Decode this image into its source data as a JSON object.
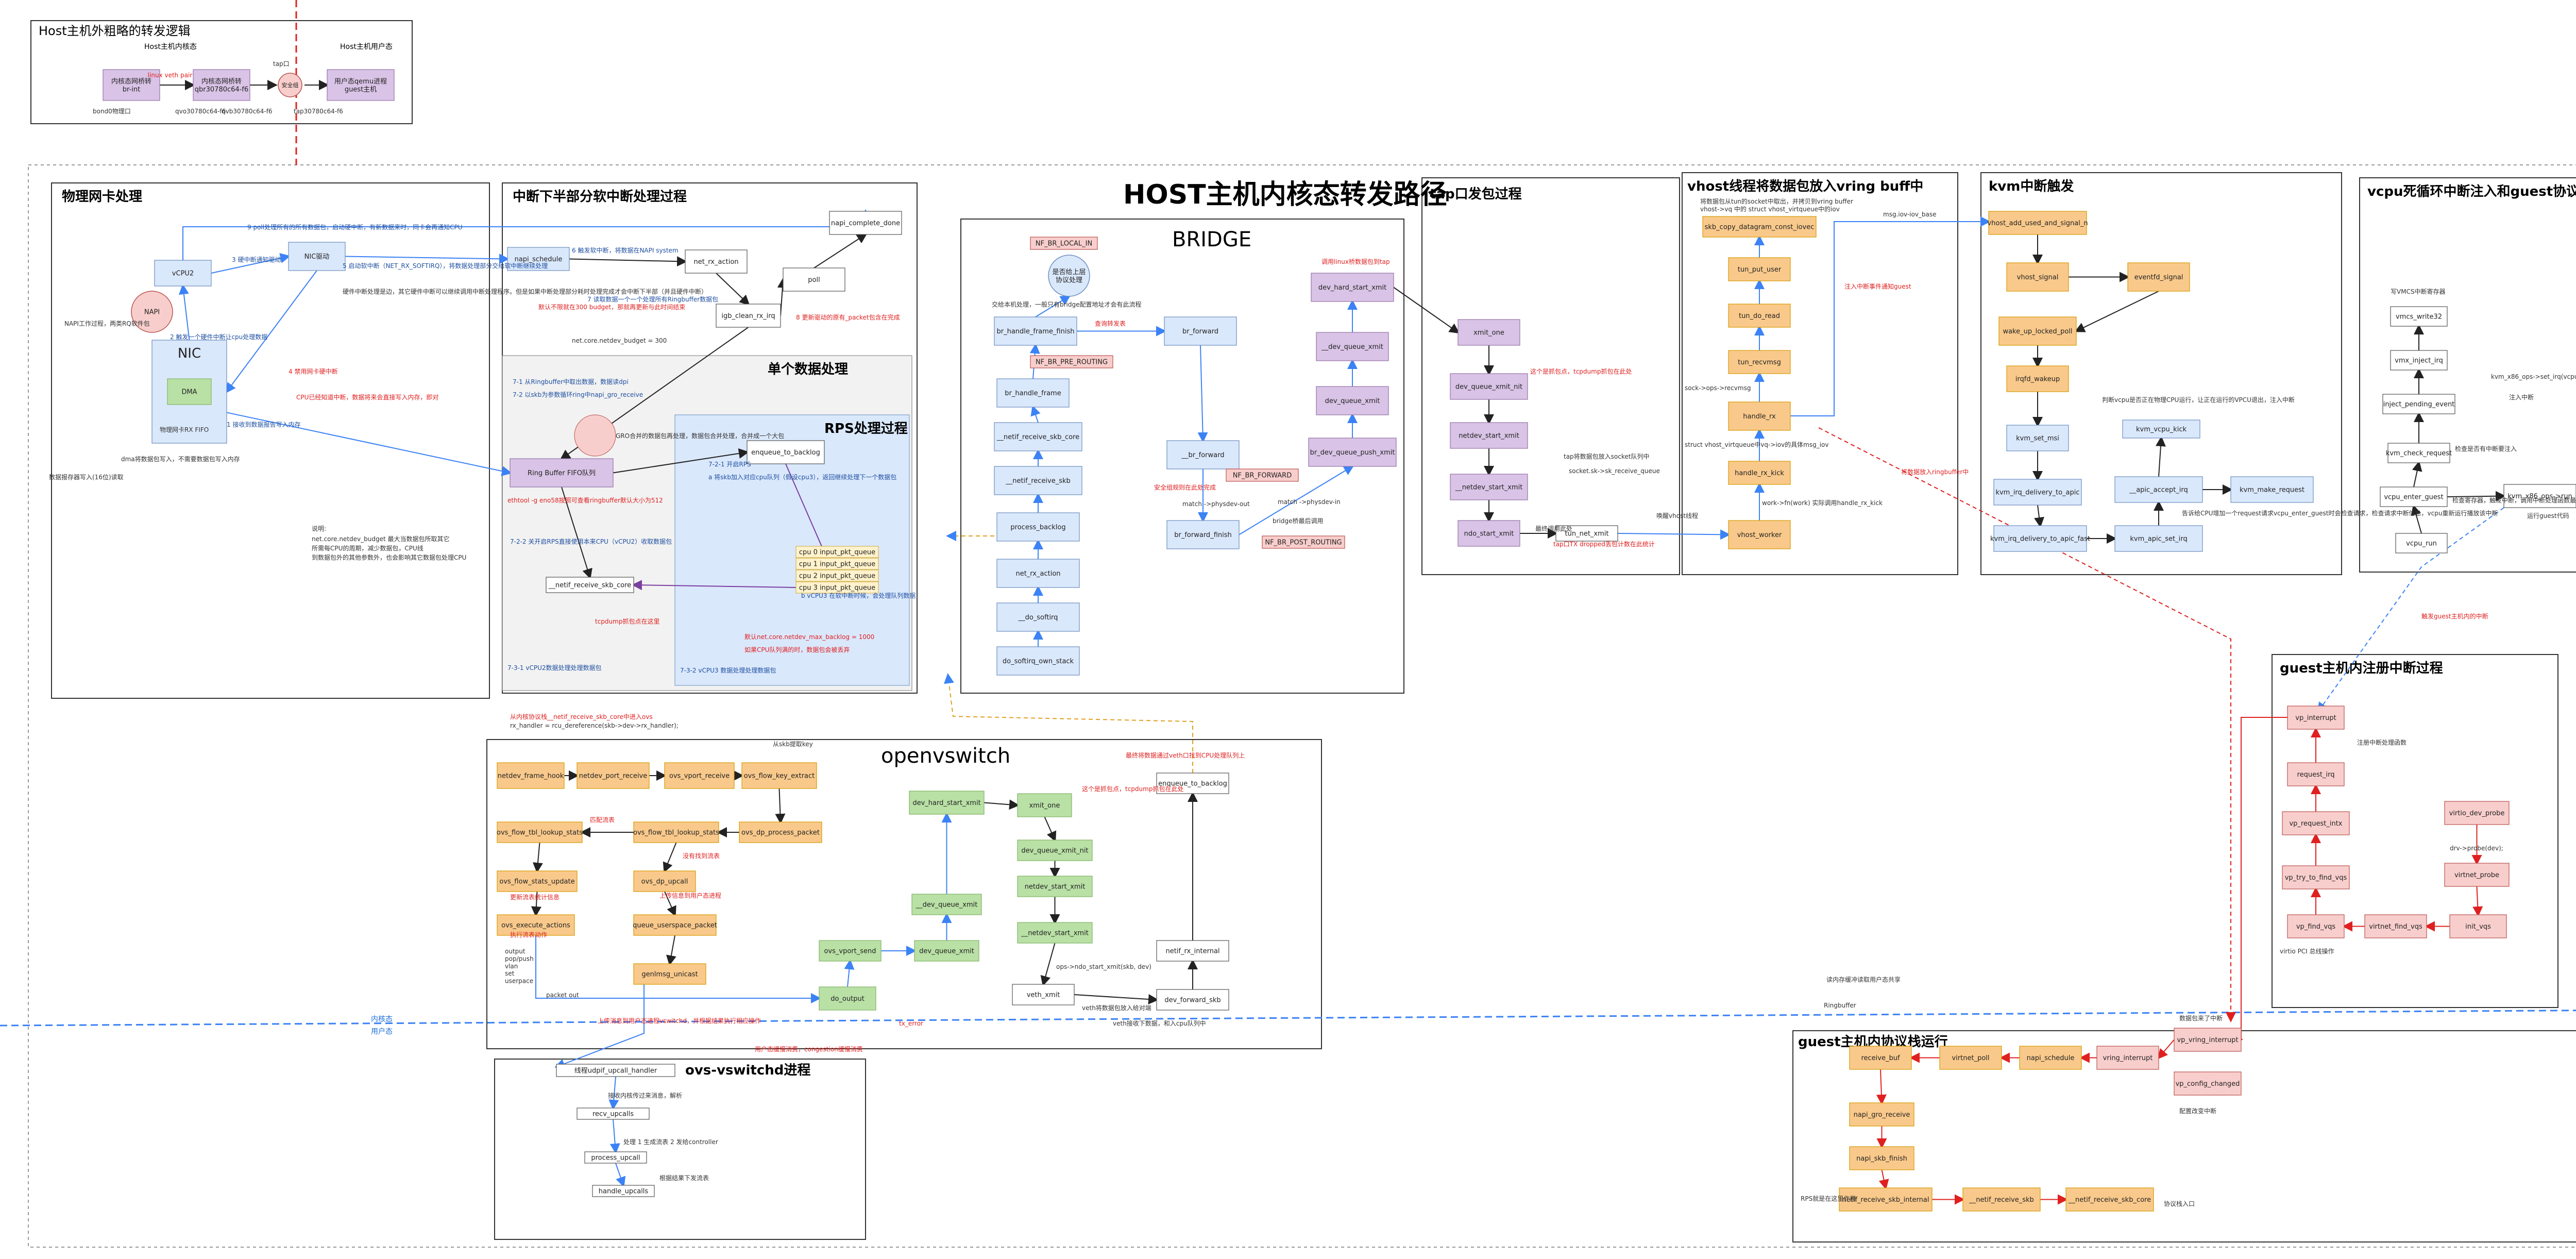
{
  "main_title": "HOST主机内核态转发路径",
  "overview": {
    "title": "Host主机外粗略的转发逻辑",
    "kernel_label": "Host主机内核态",
    "user_label": "Host主机用户态",
    "nodes": [
      {
        "id": "ov1",
        "label": "内核态网桥转\nbr-int"
      },
      {
        "id": "ov2",
        "label": "内核态网桥转\nqbr30780c64-f6"
      },
      {
        "id": "ov3",
        "label": "安全组"
      },
      {
        "id": "ov4",
        "label": "用户态qemu进程\nguest主机"
      }
    ],
    "edge_label": "linux veth pair",
    "tap_label": "tap口",
    "bottom_labels": [
      "bond0物理口",
      "qvo30780c64-f6",
      "qvb30780c64-f6",
      "tap30780c64-f6"
    ]
  },
  "physical": {
    "title": "物理网卡处理",
    "nodes": [
      {
        "id": "vcpu",
        "label": "vCPU2"
      },
      {
        "id": "nic_drv",
        "label": "NIC驱动"
      },
      {
        "id": "napi",
        "label": "NAPI"
      },
      {
        "id": "nic",
        "label": "NIC"
      },
      {
        "id": "dma",
        "label": "DMA"
      }
    ],
    "notes": [
      "9  poll处理所有的所有数据包，启动硬中断，有新数据来时，同卡会再通知CPU",
      "3  硬中断通知驱动",
      "5  启动软中断（NET_RX_SOFTIRQ），将数据处理部分交给软中断继续处理",
      "硬件中断处理是边，其它硬件中断可以继续调用中断处理程序。但是如果中断处理部分耗时处理完成才会中断下半部（并且硬件中断）",
      "2  触发一个硬件中断让cpu处理数据",
      "NAPI工作过程，两类RQ软件包",
      "4  禁用网卡硬中断",
      "CPU已经知道中断，数据将来会直接写入内存，即对",
      "物理网卡RX FIFO",
      "1  接收到数据报告写入内存",
      "数据报存器写入(16位)读取",
      "dma将数据包写入，不需要数据包写入内存"
    ]
  },
  "softirq": {
    "title": "中断下半部分软中断处理过程",
    "nodes": [
      {
        "id": "napi_schedule",
        "label": "napi_schedule"
      },
      {
        "id": "net_rx_action",
        "label": "net_rx_action"
      },
      {
        "id": "napi_complete_done",
        "label": "napi_complete_done"
      },
      {
        "id": "poll",
        "label": "poll"
      },
      {
        "id": "igb_clean_rx_irq",
        "label": "igb_clean_rx_irq"
      },
      {
        "id": "ring_buffer",
        "label": "Ring Buffer  FIFO队列"
      },
      {
        "id": "netif_receive_skb_core",
        "label": "__netif_receive_skb_core"
      }
    ],
    "notes": [
      "6  触发软中断，将数据在NAPI system",
      "7  读取数据一个一个处理所有Ringbuffer数据包",
      "net.core.netdev_budget = 300",
      "8  更新驱动的原有_packet包含在完成",
      "默认不限就在300 budget，那就再更新与此时间结束",
      "7-1 从Ringbuffer中取出数据，数据读dpi",
      "7-2 以skb为参数循环ring中napi_gro_receive",
      "ethtool -g eno58按照可查看ringbuffer默认大小为512",
      "7-2-2 关开启RPS直接使用本来CPU（vCPU2）收取数据包",
      "tcpdump抓包点在这里",
      "7-3-1  vCPU2数据处理处理数据包",
      "说明:",
      "net.core.netdev_budget 最大当数据包所取其它",
      "所需每CPU的周期，减少数据包，CPU线",
      "到数据包外的其他参数外，也会影响其它数据包处理CPU"
    ],
    "single_title": "单个数据处理",
    "gro_note": "GRO合并的数据包再处理，数据包合并处理，合并成一个大包",
    "rps": {
      "title": "RPS处理过程",
      "nodes": [
        {
          "id": "enqueue_to_backlog",
          "label": "enqueue_to_backlog"
        },
        {
          "id": "q0",
          "label": "cpu 0 input_pkt_queue"
        },
        {
          "id": "q1",
          "label": "cpu 1 input_pkt_queue"
        },
        {
          "id": "q2",
          "label": "cpu 2 input_pkt_queue"
        },
        {
          "id": "q3",
          "label": "cpu 3 input_pkt_queue"
        }
      ],
      "notes": [
        "7-2-1 开启RPS",
        "a 将skb加入对应cpu队列（假设cpu3），返回继续处理下一个数据包",
        "b  vCPU3 在软中断时候，会处理队列数据",
        "默认net.core.netdev_max_backlog = 1000",
        "如果CPU队列满的时，数据包会被丢弃",
        "7-3-2 vCPU3 数据处理处理数据包"
      ]
    }
  },
  "bridge": {
    "title": "BRIDGE",
    "nodes": [
      {
        "id": "nf_br_local_in",
        "label": "NF_BR_LOCAL_IN"
      },
      {
        "id": "up_stack",
        "label": "是否给上层\n协议处理"
      },
      {
        "id": "br_handle_frame_finish",
        "label": "br_handle_frame_finish"
      },
      {
        "id": "nf_br_pre_routing",
        "label": "NF_BR_PRE_ROUTING"
      },
      {
        "id": "br_handle_frame",
        "label": "br_handle_frame"
      },
      {
        "id": "b_netif_receive_skb_core",
        "label": "__netif_receive_skb_core"
      },
      {
        "id": "b_netif_receive_skb",
        "label": "__netif_receive_skb"
      },
      {
        "id": "process_backlog",
        "label": "process_backlog"
      },
      {
        "id": "b_net_rx_action",
        "label": "net_rx_action"
      },
      {
        "id": "do_softirq",
        "label": "__do_softirq"
      },
      {
        "id": "do_softirq_own_stack",
        "label": "do_softirq_own_stack"
      },
      {
        "id": "br_forward",
        "label": "br_forward"
      },
      {
        "id": "__br_forward",
        "label": "__br_forward"
      },
      {
        "id": "nf_br_forward",
        "label": "NF_BR_FORWARD"
      },
      {
        "id": "br_forward_finish",
        "label": "br_forward_finish"
      },
      {
        "id": "nf_br_post_routing",
        "label": "NF_BR_POST_ROUTING"
      },
      {
        "id": "br_dev_queue_push_xmit",
        "label": "br_dev_queue_push_xmit"
      },
      {
        "id": "b_dev_queue_xmit",
        "label": "dev_queue_xmit"
      },
      {
        "id": "b__dev_queue_xmit",
        "label": "__dev_queue_xmit"
      },
      {
        "id": "b_dev_hard_start_xmit",
        "label": "dev_hard_start_xmit"
      }
    ],
    "notes": [
      "交给本机处理，一般只有bridge配置地址才会有此流程",
      "查询转发表",
      "安全组规则在此处完成",
      "match ->physdev-out",
      "match ->physdev-in",
      "bridge桥最后调用",
      "调用linux桥数据包到tap"
    ]
  },
  "tap": {
    "title": "tap口发包过程",
    "nodes": [
      {
        "id": "xmit_one",
        "label": "xmit_one"
      },
      {
        "id": "dev_queue_xmit_nit",
        "label": "dev_queue_xmit_nit"
      },
      {
        "id": "netdev_start_xmit",
        "label": "netdev_start_xmit"
      },
      {
        "id": "__netdev_start_xmit",
        "label": "__netdev_start_xmit"
      },
      {
        "id": "ndo_start_xmit",
        "label": "ndo_start_xmit"
      },
      {
        "id": "tun_net_xmit",
        "label": "tun_net_xmit"
      }
    ],
    "notes": [
      "这个是抓包点，tcpdump抓包在此处",
      "最终调用此处",
      "tap将数据包放入socket队列中",
      "socket.sk->sk_receive_queue",
      "tap口TX dropped丢包计数在此统计",
      "唤醒vhost线程"
    ]
  },
  "vhost": {
    "title": "vhost线程将数据包放入vring buff中",
    "nodes": [
      {
        "id": "skb_copy",
        "label": "skb_copy_datagram_const_iovec"
      },
      {
        "id": "tun_put_user",
        "label": "tun_put_user"
      },
      {
        "id": "tun_do_read",
        "label": "tun_do_read"
      },
      {
        "id": "tun_recvmsg",
        "label": "tun_recvmsg"
      },
      {
        "id": "handle_rx",
        "label": "handle_rx"
      },
      {
        "id": "handle_rx_kick",
        "label": "handle_rx_kick"
      },
      {
        "id": "vhost_worker",
        "label": "vhost_worker"
      }
    ],
    "notes": [
      "将数据包从tun的socket中取出，并拷贝到vring buffer",
      "vhost->vq 中的 struct vhost_virtqueue中的iov",
      "msg.iov-iov_base",
      "sock->ops->recvmsg",
      "struct vhost_virtqueue中vq->iov的具体msg_iov",
      "work->fn(work) 实际调用handle_rx_kick",
      "注入中断事件通知guest",
      "将数据放入ringbuffer中"
    ]
  },
  "kvm": {
    "title": "kvm中断触发",
    "nodes": [
      {
        "id": "vhost_add_used",
        "label": "vhost_add_used_and_signal_n"
      },
      {
        "id": "vhost_signal",
        "label": "vhost_signal"
      },
      {
        "id": "eventfd_signal",
        "label": "eventfd_signal"
      },
      {
        "id": "wake_up_locked_poll",
        "label": "wake_up_locked_poll"
      },
      {
        "id": "irqfd_wakeup",
        "label": "irqfd_wakeup"
      },
      {
        "id": "kvm_set_msi",
        "label": "kvm_set_msi"
      },
      {
        "id": "kvm_irq_delivery_to_apic",
        "label": "kvm_irq_delivery_to_apic"
      },
      {
        "id": "kvm_irq_delivery_to_apic_fast",
        "label": "kvm_irq_delivery_to_apic_fast"
      },
      {
        "id": "kvm_vcpu_kick",
        "label": "kvm_vcpu_kick"
      },
      {
        "id": "__apic_accept_irq",
        "label": "__apic_accept_irq"
      },
      {
        "id": "kvm_apic_set_irq",
        "label": "kvm_apic_set_irq"
      },
      {
        "id": "kvm_make_request",
        "label": "kvm_make_request"
      }
    ],
    "notes": [
      "判断vcpu是否正在物理CPU运行，让正在运行的VPCU退出，注入中断",
      "告诉给CPU增加一个request请求vcpu_enter_guest时会检查请求，检查请求中断信息，vcpu重新运行播放该中断"
    ]
  },
  "vcpu": {
    "title": "vcpu死循环中断注入和guest协议栈进入",
    "nodes": [
      {
        "id": "vmcs_write32",
        "label": "vmcs_write32"
      },
      {
        "id": "vmx_inject_irq",
        "label": "vmx_inject_irq"
      },
      {
        "id": "inject_pending_event",
        "label": "inject_pending_event"
      },
      {
        "id": "kvm_check_request",
        "label": "kvm_check_request"
      },
      {
        "id": "vcpu_enter_guest",
        "label": "vcpu_enter_guest"
      },
      {
        "id": "vcpu_run",
        "label": "vcpu_run"
      },
      {
        "id": "kvm_x86_ops_run",
        "label": "kvm_x86_ops->run"
      }
    ],
    "notes": [
      "写VMCS中断寄存器",
      "kvm_x86_ops->set_irq(vcpu);",
      "注入中断",
      "检查是否有中断要注入",
      "检查寄存器，触发中断，调用中断处理函数最终调用guest主机",
      "运行guest代码",
      "触发guest主机内的中断"
    ]
  },
  "guest_irq": {
    "title": "guest主机内注册中断过程",
    "nodes": [
      {
        "id": "vp_interrupt",
        "label": "vp_interrupt"
      },
      {
        "id": "request_irq",
        "label": "request_irq"
      },
      {
        "id": "vp_request_intx",
        "label": "vp_request_intx"
      },
      {
        "id": "vp_try_to_find_vqs",
        "label": "vp_try_to_find_vqs"
      },
      {
        "id": "vp_find_vqs",
        "label": "vp_find_vqs"
      },
      {
        "id": "virtnet_find_vqs",
        "label": "virtnet_find_vqs"
      },
      {
        "id": "init_vqs",
        "label": "init_vqs"
      },
      {
        "id": "virtnet_probe",
        "label": "virtnet_probe"
      },
      {
        "id": "virtio_dev_probe",
        "label": "virtio_dev_probe"
      }
    ],
    "notes": [
      "注册中断处理函数",
      "drv->probe(dev);",
      "virtio PCI 总线操作"
    ]
  },
  "guest_stack": {
    "title": "guest主机内协议栈运行",
    "nodes": [
      {
        "id": "g_vp_vring_interrupt",
        "label": "vp_vring_interrupt"
      },
      {
        "id": "g_vp_config_changed",
        "label": "vp_config_changed"
      },
      {
        "id": "g_vring_interrupt",
        "label": "vring_interrupt"
      },
      {
        "id": "g_napi_schedule",
        "label": "napi_schedule"
      },
      {
        "id": "g_virtnet_poll",
        "label": "virtnet_poll"
      },
      {
        "id": "g_receive_buf",
        "label": "receive_buf"
      },
      {
        "id": "g_napi_gro_receive",
        "label": "napi_gro_receive"
      },
      {
        "id": "g_napi_skb_finish",
        "label": "napi_skb_finish"
      },
      {
        "id": "g_netif_receive_skb_internal",
        "label": "netif_receive_skb_internal"
      },
      {
        "id": "g_netif_receive_skb",
        "label": "__netif_receive_skb"
      },
      {
        "id": "g_netif_receive_skb_core",
        "label": "__netif_receive_skb_core"
      }
    ],
    "notes": [
      "数据包来了中断",
      "配置改变中断",
      "RPS就是在这里作用",
      "协议栈入口",
      "读内存缓冲读取用户态共享",
      "Ringbuffer"
    ]
  },
  "ovs": {
    "title": "openvswitch",
    "nodes": [
      {
        "id": "netdev_frame_hook",
        "label": "netdev_frame_hook"
      },
      {
        "id": "netdev_port_receive",
        "label": "netdev_port_receive"
      },
      {
        "id": "ovs_vport_receive",
        "label": "ovs_vport_receive"
      },
      {
        "id": "ovs_flow_key_extract",
        "label": "ovs_flow_key_extract"
      },
      {
        "id": "ovs_flow_tbl_lookup_stats",
        "label": "ovs_flow_tbl_lookup_stats"
      },
      {
        "id": "ovs_flow_tbl_lookup_stats2",
        "label": "ovs_flow_tbl_lookup_stats"
      },
      {
        "id": "ovs_dp_process_packet",
        "label": "ovs_dp_process_packet"
      },
      {
        "id": "ovs_flow_stats_update",
        "label": "ovs_flow_stats_update"
      },
      {
        "id": "ovs_dp_upcall",
        "label": "ovs_dp_upcall"
      },
      {
        "id": "ovs_execute_actions",
        "label": "ovs_execute_actions"
      },
      {
        "id": "queue_userspace_packet",
        "label": "queue_userspace_packet"
      },
      {
        "id": "genlmsg_unicast",
        "label": "genlmsg_unicast"
      },
      {
        "id": "do_output",
        "label": "do_output"
      },
      {
        "id": "ovs_vport_send",
        "label": "ovs_vport_send"
      },
      {
        "id": "o_dev_queue_xmit",
        "label": "dev_queue_xmit"
      },
      {
        "id": "o__dev_queue_xmit",
        "label": "__dev_queue_xmit"
      },
      {
        "id": "o_dev_hard_start_xmit",
        "label": "dev_hard_start_xmit"
      },
      {
        "id": "o_xmit_one",
        "label": "xmit_one"
      },
      {
        "id": "o_dev_queue_xmit_nit",
        "label": "dev_queue_xmit_nit"
      },
      {
        "id": "o_netdev_start_xmit",
        "label": "netdev_start_xmit"
      },
      {
        "id": "o__netdev_start_xmit",
        "label": "__netdev_start_xmit"
      },
      {
        "id": "veth_xmit",
        "label": "veth_xmit"
      },
      {
        "id": "dev_forward_skb",
        "label": "dev_forward_skb"
      },
      {
        "id": "netif_rx_internal",
        "label": "netif_rx_internal"
      },
      {
        "id": "enqueue_to_backlog2",
        "label": "enqueue_to_backlog"
      }
    ],
    "notes": [
      "从内核协议栈__netif_receive_skb_core中进入ovs",
      "rx_handler = rcu_dereference(skb->dev->rx_handler);",
      "从skb提取key",
      "匹配流表",
      "没有找到流表",
      "更新流表统计信息",
      "执行流表动作",
      "上传信息到用户态进程",
      "output\npop/push\nvlan\nset\nuserpace",
      "packet out",
      "这个是抓包点，tcpdump抓包在此处",
      "ops->ndo_start_xmit(skb, dev)",
      "veth将数据包放入给对端",
      "veth接收下数据，和入cpu队列中",
      "最终将数据通过veth口找到CPU处理队列上",
      "上传消息到用户态进程vswitchd，并根据结果执行相应操作",
      "用户态缓慢消费，congestion缓慢消费",
      "tx_error"
    ]
  },
  "vswitchd": {
    "title": "ovs-vswitchd进程",
    "nodes": [
      {
        "id": "udpif_upcall_handler",
        "label": "线程udpif_upcall_handler"
      },
      {
        "id": "recv_upcalls",
        "label": "recv_upcalls"
      },
      {
        "id": "process_upcall",
        "label": "process_upcall"
      },
      {
        "id": "handle_upcalls",
        "label": "handle_upcalls"
      }
    ],
    "notes": [
      "接收内核传过来消息，解析",
      "处理  1 生成流表  2 发给controller",
      "根据结果下发流表"
    ]
  },
  "divider": {
    "kernel": "内核态",
    "user": "用户态"
  },
  "colors": {
    "purple": "#d9c3e6",
    "blue": "#dae8fc",
    "blue_dark": "#6c8ebf",
    "orange": "#f9c98b",
    "green": "#b9e0a5",
    "pink": "#f8cecc",
    "yellow": "#fff2cc",
    "red": "#e02020",
    "arrow_blue": "#3b82f6"
  }
}
